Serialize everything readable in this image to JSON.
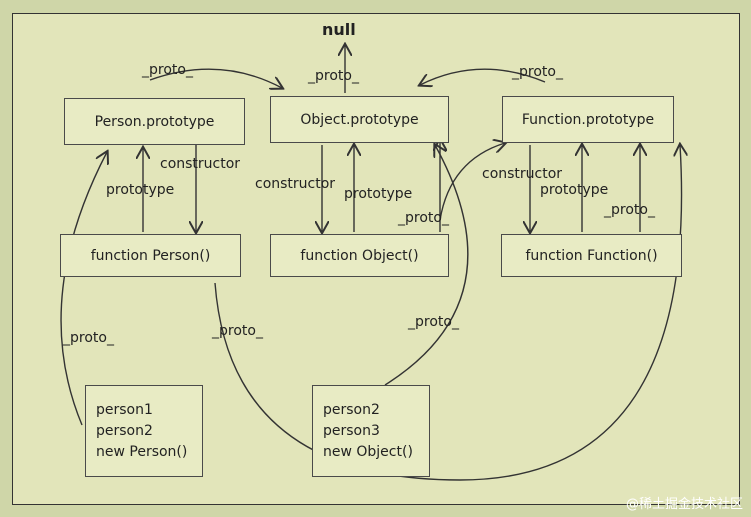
{
  "null_label": "null",
  "nodes": {
    "person_prototype": "Person.prototype",
    "object_prototype": "Object.prototype",
    "function_prototype": "Function.prototype",
    "function_person": "function Person()",
    "function_object": "function Object()",
    "function_function": "function Function()"
  },
  "instances_left": [
    "person1",
    "person2",
    "new Person()"
  ],
  "instances_mid": [
    "person2",
    "person3",
    "new Object()"
  ],
  "edge_labels": {
    "proto_top_left": "_proto_",
    "proto_top_mid": "_proto_",
    "proto_top_right": "_proto_",
    "constructor_person": "constructor",
    "prototype_person": "prototype",
    "constructor_object": "constructor",
    "prototype_object": "prototype",
    "constructor_function": "constructor",
    "prototype_function": "prototype",
    "proto_fobject": "_proto_",
    "proto_ffunction": "_proto_",
    "proto_left_bottom": "_proto_",
    "proto_mid_bottom": "_proto_",
    "proto_right_bottom": "_proto_"
  },
  "watermark": "@稀土掘金技术社区"
}
